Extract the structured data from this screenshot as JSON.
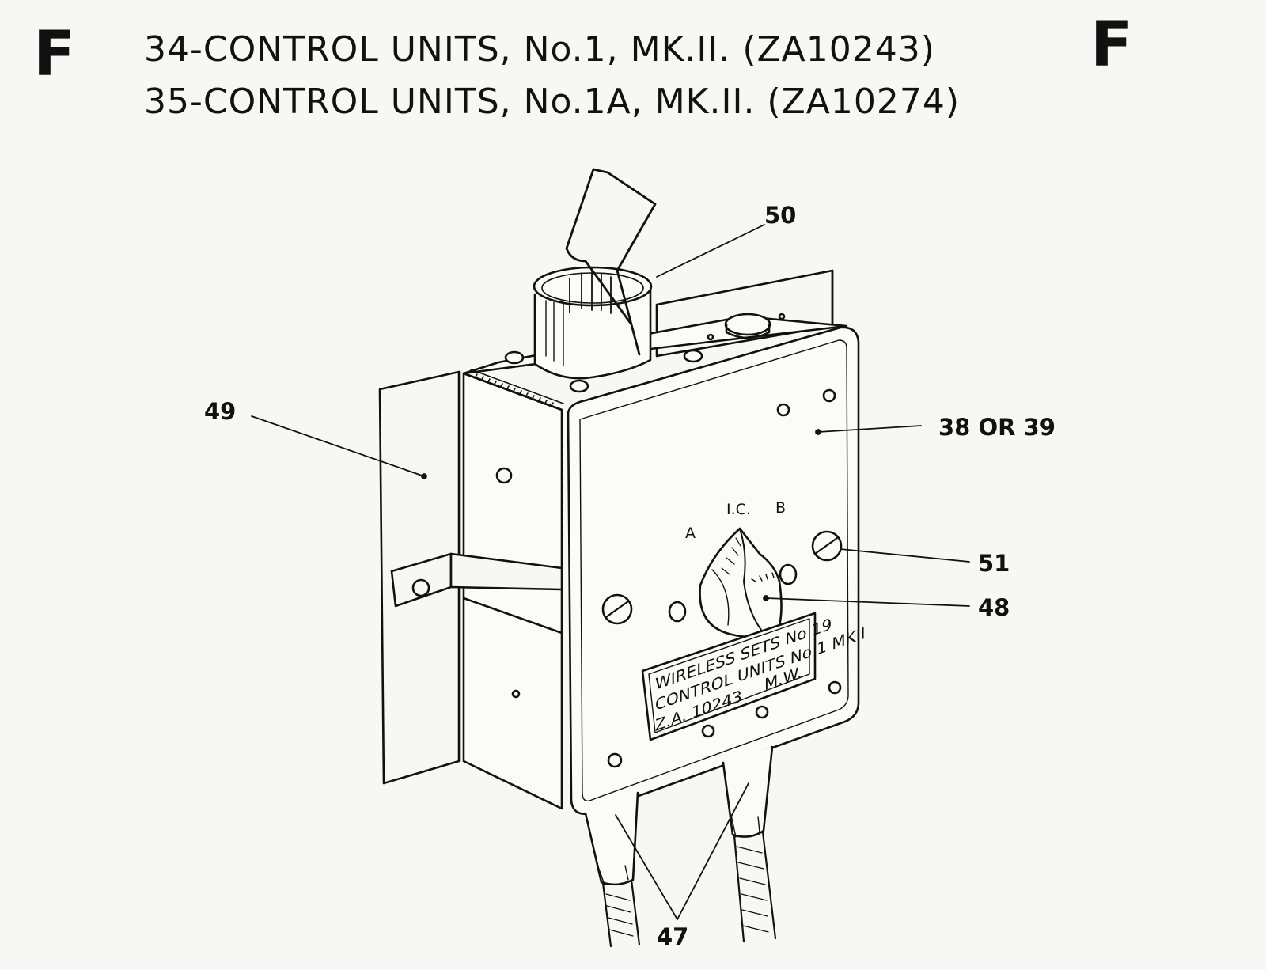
{
  "header": {
    "section_left": "F",
    "section_right": "F",
    "title_line_1": "34-CONTROL UNITS, No.1, MK.II. (ZA10243)",
    "title_line_2": "35-CONTROL UNITS, No.1A, MK.II. (ZA10274)"
  },
  "callouts": {
    "c50": "50",
    "c49": "49",
    "c38_39": "38 OR 39",
    "c51": "51",
    "c48": "48",
    "c47": "47"
  },
  "switch_positions": {
    "a": "A",
    "ic": "I.C.",
    "b": "B"
  },
  "nameplate": {
    "line_1": "WIRELESS SETS No 19",
    "line_2": "CONTROL UNITS No 1 MKII",
    "line_3": "Z.A. 10243",
    "maker": "M.W."
  }
}
